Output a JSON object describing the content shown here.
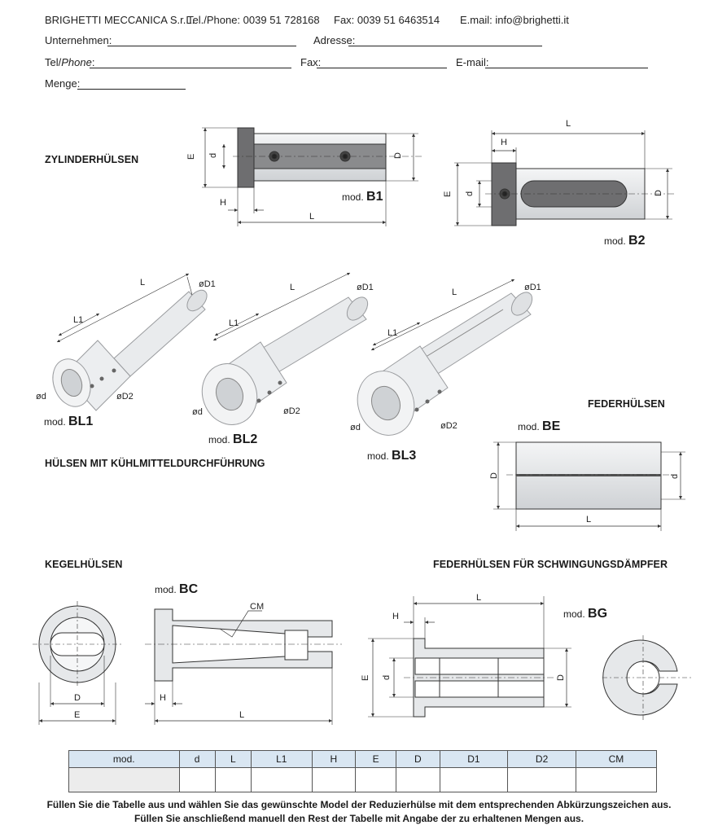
{
  "header": {
    "company": "BRIGHETTI MECCANICA S.r.L.",
    "phone": "Tel./Phone: 0039 51 728168",
    "fax": "Fax: 0039 51 6463514",
    "email": "E.mail: info@brighetti.it"
  },
  "form": {
    "company_label": "Unternehmen:",
    "address_label": "Adresse:",
    "tel_label_a": "Tel/",
    "tel_label_b": "Phone",
    "tel_label_c": ":",
    "fax_label": "Fax:",
    "email_label": "E-mail:",
    "qty_label": "Menge:"
  },
  "sections": {
    "cylinder": "ZYLINDERHÜLSEN",
    "coolant": "HÜLSEN MIT KÜHLMITTELDURCHFÜHRUNG",
    "spring": "FEDERHÜLSEN",
    "cone": "KEGELHÜLSEN",
    "damper": "FEDERHÜLSEN FÜR SCHWINGUNGSDÄMPFER"
  },
  "models": {
    "prefix": "mod.",
    "b1": "B1",
    "b2": "B2",
    "bl1": "BL1",
    "bl2": "BL2",
    "bl3": "BL3",
    "be": "BE",
    "bc": "BC",
    "bg": "BG"
  },
  "dims": {
    "L": "L",
    "H": "H",
    "E": "E",
    "d": "d",
    "D": "D",
    "L1": "L1",
    "D1": "øD1",
    "D2": "øD2",
    "od": "ød",
    "CM": "CM"
  },
  "table": {
    "headers": [
      "mod.",
      "d",
      "L",
      "L1",
      "H",
      "E",
      "D",
      "D1",
      "D2",
      "CM"
    ]
  },
  "footer": {
    "line1": "Füllen Sie die Tabelle aus und wählen Sie das gewünschte Model der Reduzierhülse mit dem entsprechenden Abkürzungszeichen aus.",
    "line2": "Füllen Sie anschließend manuell den Rest der Tabelle mit Angabe der zu erhaltenen Mengen aus."
  },
  "colors": {
    "part_fill": "#e6e8ea",
    "dark_fill": "#6e6e70",
    "table_header": "#d9e6f2"
  }
}
